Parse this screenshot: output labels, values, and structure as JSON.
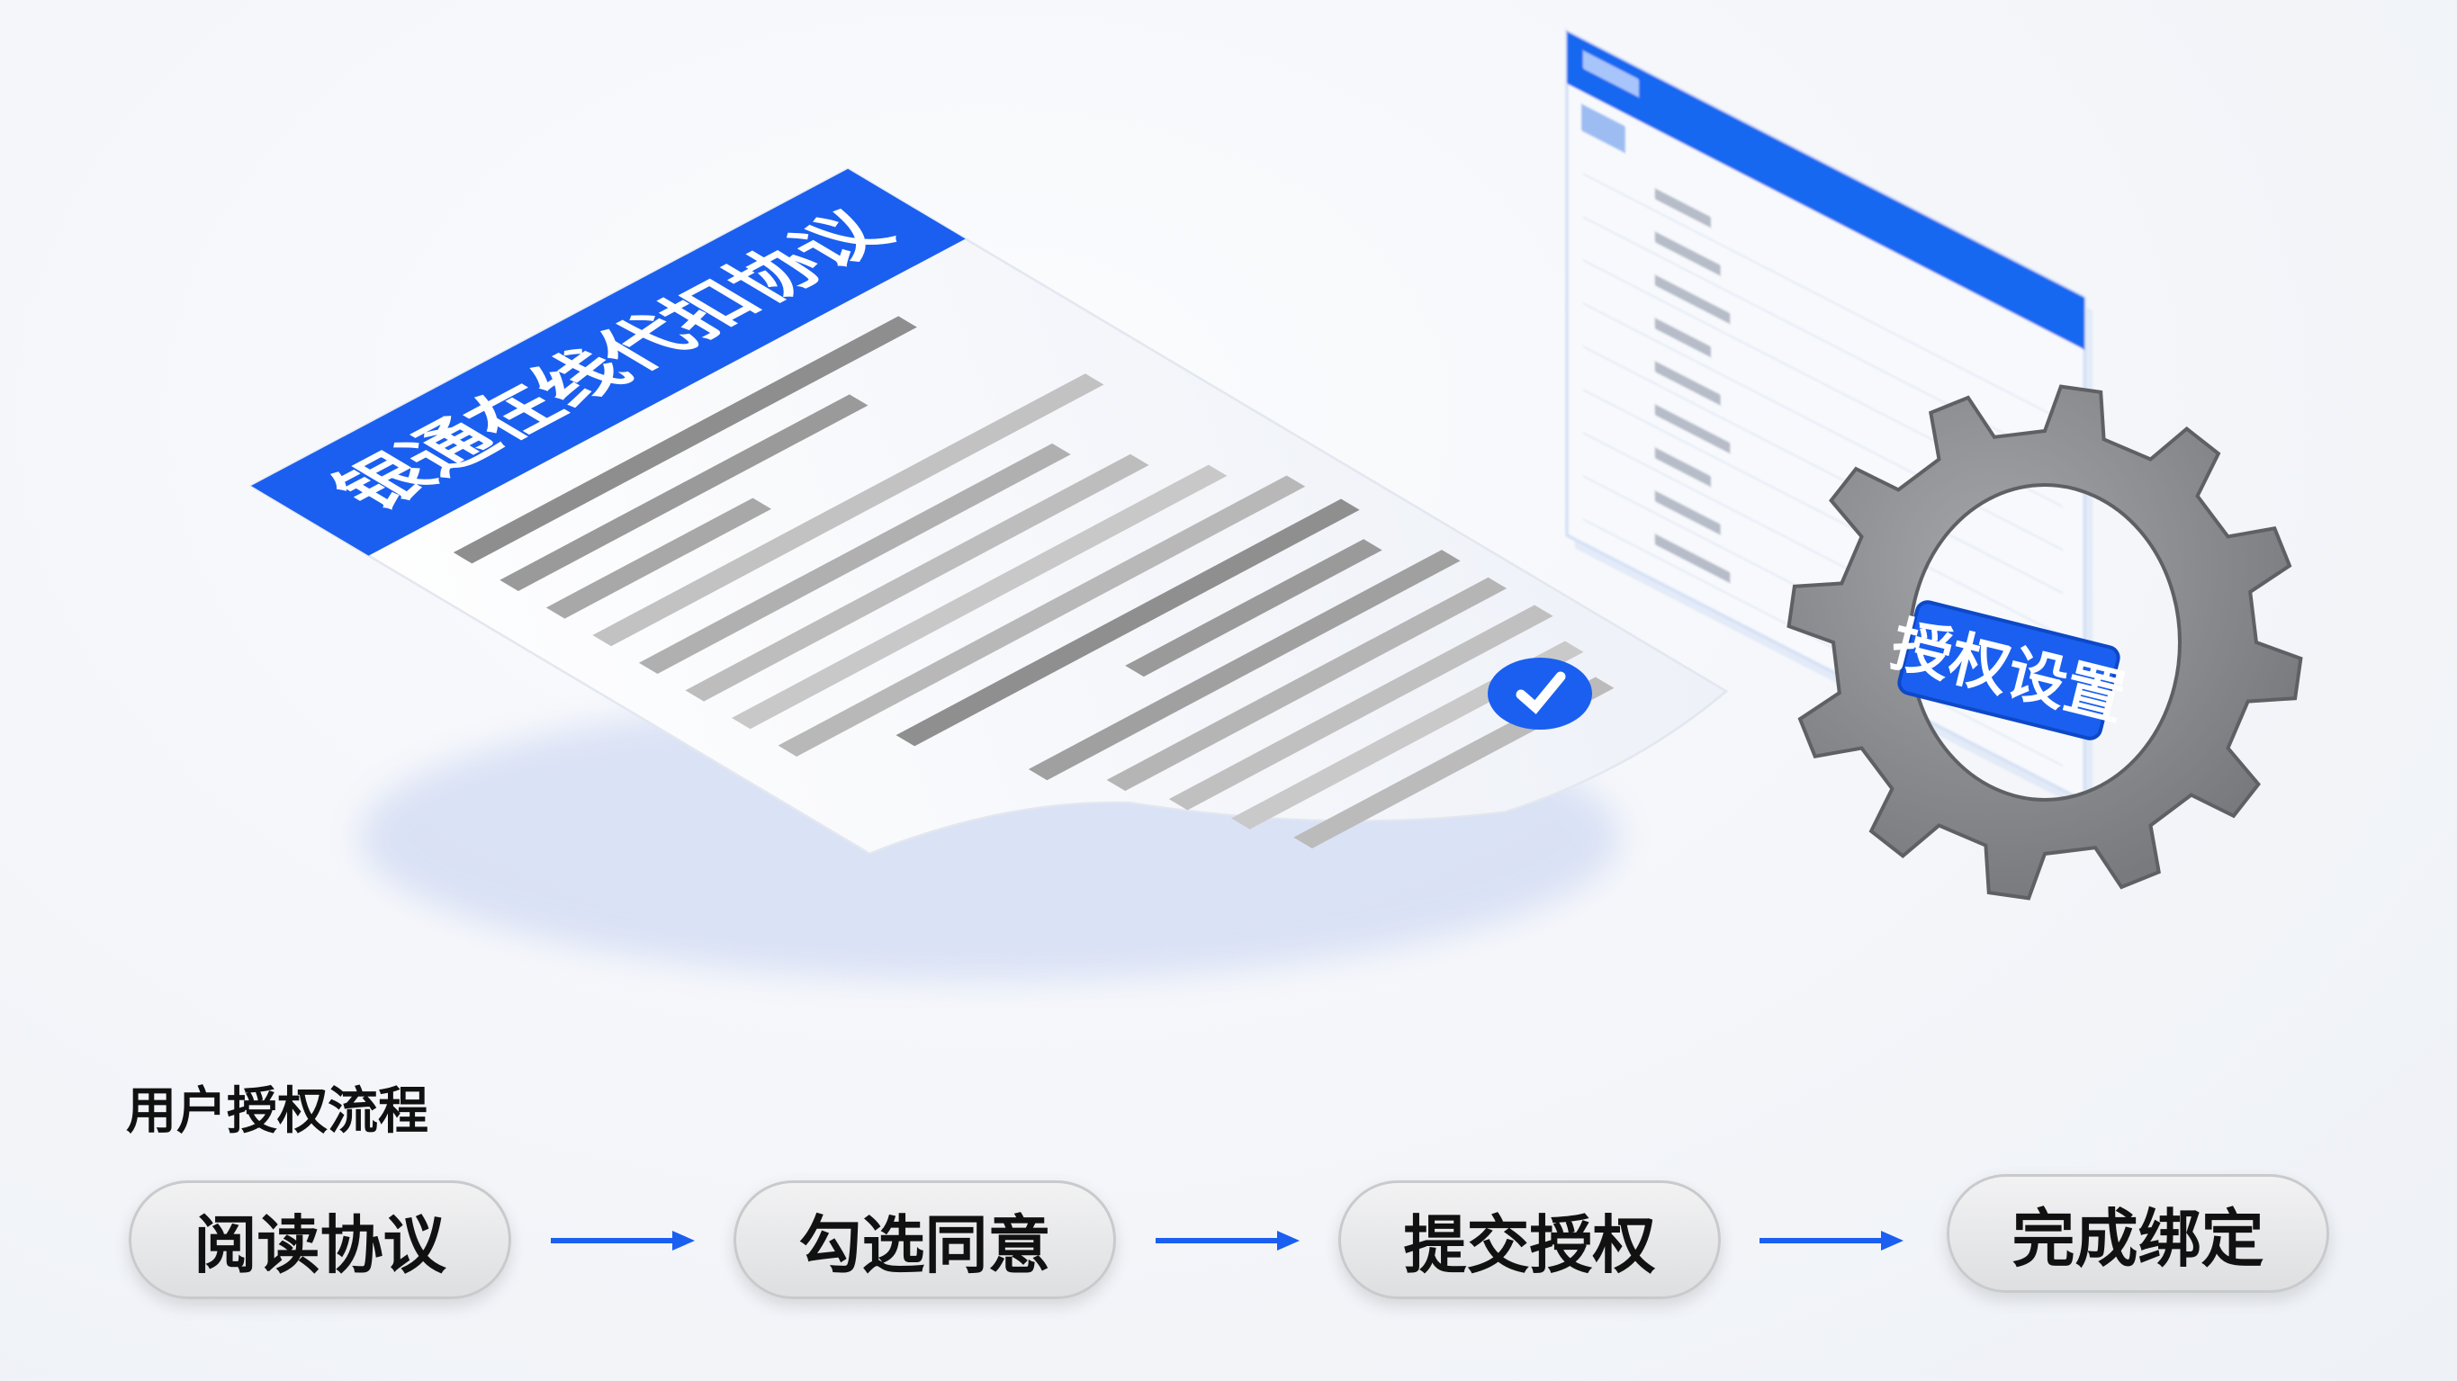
{
  "document": {
    "title": "银通在线代扣协议"
  },
  "gear": {
    "label": "授权设置"
  },
  "flow": {
    "title": "用户授权流程",
    "steps": [
      "阅读协议",
      "勾选同意",
      "提交授权",
      "完成绑定"
    ]
  },
  "colors": {
    "brand": "#1a5ff0",
    "gear": "#8a8c90",
    "text": "#111111"
  }
}
